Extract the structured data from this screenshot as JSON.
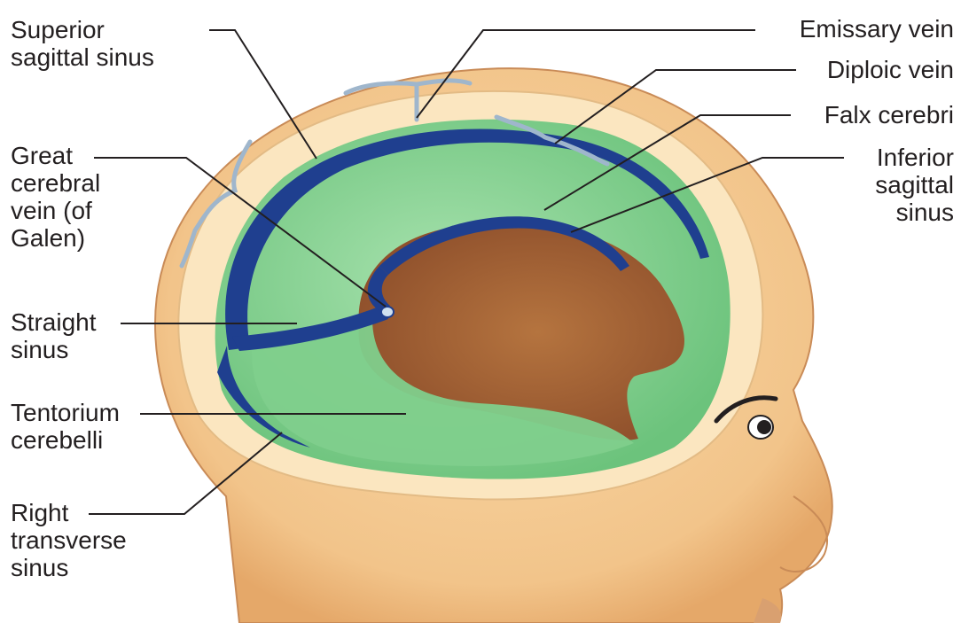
{
  "labels": {
    "superior_sagittal_sinus": [
      "Superior",
      "sagittal sinus"
    ],
    "great_cerebral_vein": [
      "Great",
      "cerebral",
      "vein (of",
      "Galen)"
    ],
    "straight_sinus": [
      "Straight",
      "sinus"
    ],
    "tentorium_cerebelli": [
      "Tentorium",
      "cerebelli"
    ],
    "right_transverse_sinus": [
      "Right",
      "transverse",
      "sinus"
    ],
    "emissary_vein": [
      "Emissary vein"
    ],
    "diploic_vein": [
      "Diploic vein"
    ],
    "falx_cerebri": [
      "Falx cerebri"
    ],
    "inferior_sagittal_sinus": [
      "Inferior",
      "sagittal",
      "sinus"
    ]
  },
  "colors": {
    "skin": "#f4c98f",
    "skull": "#fbe6c0",
    "falx": "#8fd79a",
    "brain": "#a8663a",
    "venous_sinus": "#1f3f8f",
    "diploic_vein": "#9fb6cc",
    "leader_line": "#231f20"
  }
}
